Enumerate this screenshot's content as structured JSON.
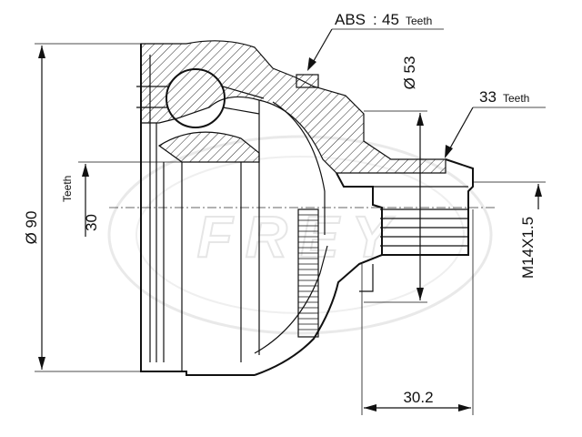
{
  "labels": {
    "abs_prefix": "ABS",
    "abs_colon": ":",
    "abs_value": "45",
    "abs_unit": "Teeth",
    "d53": "Ø 53",
    "outer_teeth_value": "33",
    "outer_teeth_unit": "Teeth",
    "d90": "Ø 90",
    "inner_teeth_value": "30",
    "inner_teeth_unit": "Teeth",
    "thread": "M14X1.5",
    "length": "30.2"
  },
  "watermark": {
    "text": "FREY"
  },
  "colors": {
    "line": "#111111",
    "watermark": "#d8d8d8",
    "background": "#ffffff"
  }
}
